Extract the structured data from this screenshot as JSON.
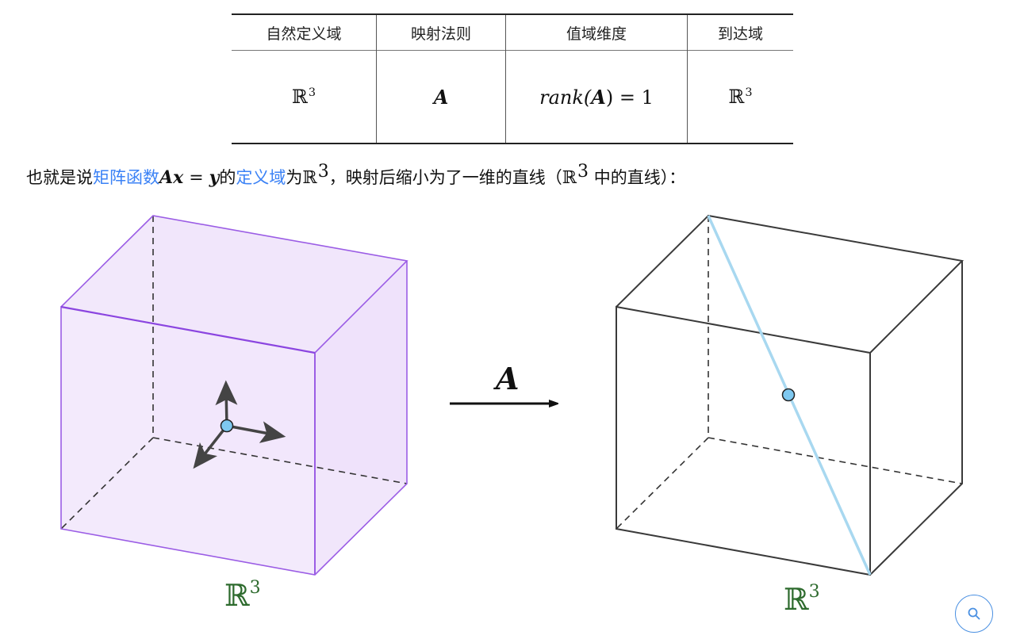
{
  "table": {
    "headers": [
      "自然定义域",
      "映射法则",
      "值域维度",
      "到达域"
    ],
    "row": {
      "domain_symbol": "ℝ",
      "domain_exp": "3",
      "map": "A",
      "rank_prefix": "rank(",
      "rank_A": "A",
      "rank_suffix": ") = 1",
      "codomain_symbol": "ℝ",
      "codomain_exp": "3"
    }
  },
  "sentence": {
    "p1": "也就是说",
    "link1": "矩阵函数",
    "eq_A": "A",
    "eq_x": "x",
    "eq_mid": " = ",
    "eq_y": "y",
    "p2": "的",
    "link2": "定义域",
    "p3": "为",
    "r1": "ℝ",
    "r1_exp": "3",
    "p4": "，映射后缩小为了一维的直线（",
    "r2": "ℝ",
    "r2_exp": "3",
    "p5": " 中的直线）："
  },
  "figure": {
    "arrow_label": "A",
    "left_label": "ℝ",
    "left_exp": "3",
    "right_label": "ℝ",
    "right_exp": "3",
    "colors": {
      "cube_left_stroke": "#9b5de5",
      "cube_left_fill": "#f1e6fb",
      "cube_right_stroke": "#3a3a3a",
      "line": "#a8d8f0",
      "point": "#7ec8f0",
      "label": "#2e6b2e",
      "link": "#3b82f6"
    }
  },
  "search": {
    "icon": "search-icon"
  }
}
